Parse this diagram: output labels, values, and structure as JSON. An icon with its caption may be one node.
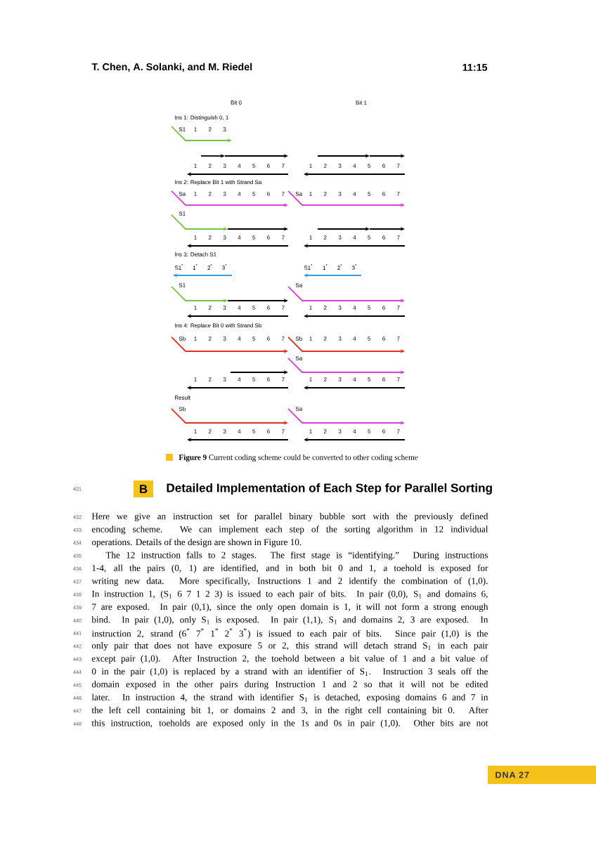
{
  "diagram": {
    "caption": "**Figure 9** Current coding scheme could be converted to other coding scheme",
    "labels": [
      "T. Chen, A. Solanki, and M. Riedel",
      "11:15",
      "Bit 0",
      "Bit 1",
      "Ins 1: Distinguish 0, 1",
      "S1",
      "1",
      "2",
      "3",
      "1",
      "2",
      "3",
      "4",
      "5",
      "6",
      "7",
      "1",
      "2",
      "3",
      "4",
      "5",
      "6",
      "7",
      "Ins 2: Replace Bit 1 with Strand Sa",
      "Sa",
      "1",
      "2",
      "3",
      "4",
      "5",
      "6",
      "7",
      "Sa",
      "1",
      "2",
      "3",
      "4",
      "5",
      "6",
      "7",
      "S1",
      "1",
      "2",
      "3",
      "4",
      "5",
      "6",
      "7",
      "1",
      "2",
      "3",
      "4",
      "5",
      "6",
      "7",
      "Ins 3: Detach S1",
      "S1$^{*}$",
      "1$^{*}$",
      "2$^{*}$",
      "3$^{*}$",
      "S1$^{*}$",
      "1$^{*}$",
      "2$^{*}$",
      "3$^{*}$",
      "S1",
      "Sa",
      "1",
      "2",
      "3",
      "4",
      "5",
      "6",
      "7",
      "1",
      "2",
      "3",
      "4",
      "5",
      "6",
      "7",
      "Ins 4: Replace Bit 0 with Strand Sb",
      "Sb",
      "1",
      "2",
      "3",
      "4",
      "5",
      "6",
      "7",
      "Sb",
      "1",
      "2",
      "3",
      "4",
      "5",
      "6",
      "7",
      "Sa",
      "1",
      "2",
      "3",
      "4",
      "5",
      "6",
      "7",
      "1",
      "2",
      "3",
      "4",
      "5",
      "6",
      "7",
      "Result",
      "Sb",
      "Sa",
      "1",
      "2",
      "3",
      "4",
      "5",
      "6",
      "7",
      "1",
      "2",
      "3",
      "4",
      "5",
      "6",
      "7",
      "431",
      "B",
      "Detailed Implementation of Each Step for Parallel Sorting",
      "432",
      "Here we give an instruction set for parallel binary bubble sort with the previously defined",
      "433",
      "encoding scheme. We can implement each step of the sorting algorithm in 12 individual",
      "434",
      "operations. Details of the design are shown in Figure 10.",
      "435",
      "The 12 instruction falls to 2 stages. The first stage is “identifying.” During instructions",
      "436",
      "1-4, all the pairs (0, 1) are identified, and in both bit 0 and 1, a toehold is exposed for",
      "437",
      "writing new data. More specifically, Instructions 1 and 2 identify the combination of (1,0).",
      "438",
      "In instruction 1, (S$_{1}$ 6 7 1 2 3) is issued to each pair of bits. In pair (0,0), S$_{1}$ and domains 6,",
      "439",
      "7 are exposed. In pair (0,1), since the only open domain is 1, it will not form a strong enough",
      "440",
      "bind. In pair (1,0), only S$_{1}$ is exposed. In pair (1,1), S$_{1}$ and domains 2, 3 are exposed. In",
      "441",
      "instruction 2, strand (6$^{*}$ 7$^{*}$ 1$^{*}$ 2$^{*}$ 3$^{*}$) is issued to each pair of bits. Since pair (1,0) is the",
      "442",
      "only pair that does not have exposure 5 or 2, this strand will detach strand S$_{1}$ in each pair",
      "443",
      "except pair (1,0). After Instruction 2, the toehold between a bit value of 1 and a bit value of",
      "444",
      "0 in the pair (1,0) is replaced by a strand with an identifier of S$_{1}$. Instruction 3 seals off the",
      "445",
      "domain exposed in the other pairs during Instruction 1 and 2 so that it will not be edited",
      "446",
      "later. In instruction 4, the strand with identifier S$_{1}$ is detached, exposing domains 6 and 7 in",
      "447",
      "the left cell containing bit 1, or domains 2 and 3, in the right cell containing bit 0. After",
      "448",
      "this instruction, toeholds are exposed only in the 1s and 0s in pair (1,0). Other bits are not",
      "DNA 27"
    ]
  }
}
